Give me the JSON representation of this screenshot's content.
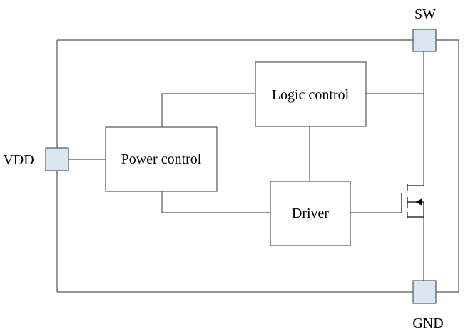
{
  "pins": {
    "sw": "SW",
    "vdd": "VDD",
    "gnd": "GND"
  },
  "blocks": {
    "logic_control": "Logic control",
    "power_control": "Power control",
    "driver": "Driver"
  },
  "colors": {
    "pin_fill": "#dbe5f1",
    "line": "#555555",
    "text": "#000000"
  },
  "icons": {
    "transistor": "nmos-transistor-icon"
  }
}
